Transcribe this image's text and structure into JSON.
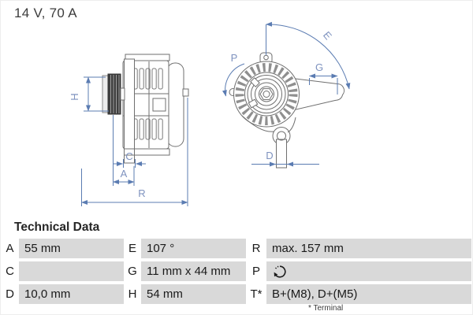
{
  "title": "14 V, 70 A",
  "technical_data": {
    "heading": "Technical Data",
    "rows": [
      {
        "cells": [
          {
            "k": "A",
            "v": "55 mm"
          },
          {
            "k": "E",
            "v": "107 °"
          },
          {
            "k": "R",
            "v": "max. 157 mm"
          }
        ]
      },
      {
        "cells": [
          {
            "k": "C",
            "v": ""
          },
          {
            "k": "G",
            "v": "11 mm x 44 mm"
          },
          {
            "k": "P",
            "v": "",
            "icon": "rotation-direction"
          }
        ]
      },
      {
        "cells": [
          {
            "k": "D",
            "v": "10,0 mm"
          },
          {
            "k": "H",
            "v": "54 mm"
          },
          {
            "k": "T*",
            "v": "B+(M8), D+(M5)"
          }
        ]
      }
    ],
    "footnote": "* Terminal"
  },
  "diagram": {
    "side_view": {
      "labels": {
        "h": "H",
        "c": "C",
        "a": "A",
        "r": "R"
      }
    },
    "front_view": {
      "labels": {
        "p": "P",
        "e": "E",
        "g": "G",
        "d": "D"
      }
    }
  },
  "colors": {
    "dimension_blue": "#5b7cb2",
    "label_blue": "#7e92bf",
    "drawing_grey": "#6f6f6f",
    "cell_grey": "#d9d9d9"
  }
}
